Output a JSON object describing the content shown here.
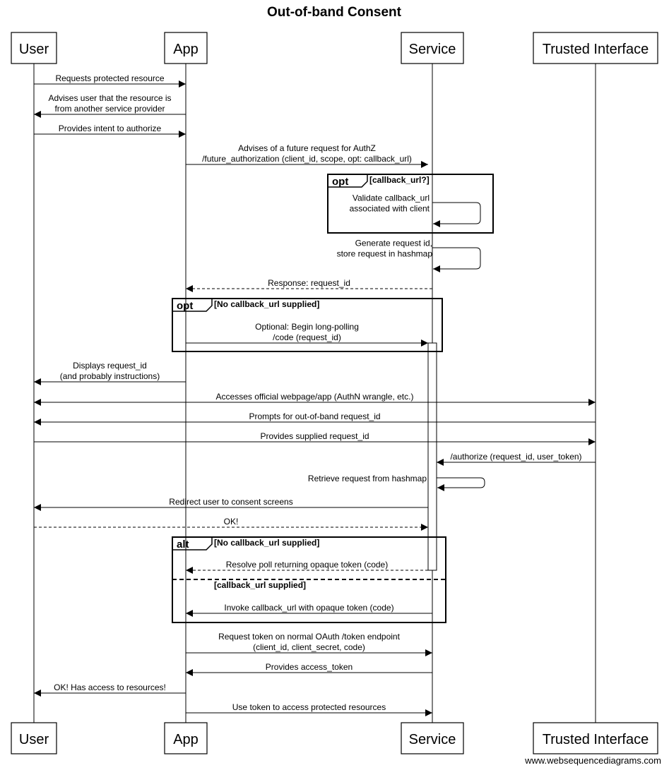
{
  "title": "Out-of-band Consent",
  "footer": "www.websequencediagrams.com",
  "actors": [
    {
      "id": "user",
      "name": "User"
    },
    {
      "id": "app",
      "name": "App"
    },
    {
      "id": "service",
      "name": "Service"
    },
    {
      "id": "trusted",
      "name": "Trusted Interface"
    }
  ],
  "messages": [
    {
      "name": "msg-requests-protected-resource",
      "from": "user",
      "to": "app",
      "lines": [
        "Requests protected resource"
      ]
    },
    {
      "name": "msg-advises-user",
      "from": "app",
      "to": "user",
      "lines": [
        "Advises user that the resource is",
        "from another service provider"
      ]
    },
    {
      "name": "msg-provides-intent",
      "from": "user",
      "to": "app",
      "lines": [
        "Provides intent to authorize"
      ]
    },
    {
      "name": "msg-future-request",
      "from": "app",
      "to": "service",
      "lines": [
        "Advises of a future request for AuthZ",
        "/future_authorization (client_id, scope, opt: callback_url)"
      ]
    },
    {
      "name": "msg-validate-callback",
      "from": "service",
      "to": "service",
      "lines": [
        "Validate callback_url",
        "associated with client"
      ]
    },
    {
      "name": "msg-generate-request-id",
      "from": "service",
      "to": "service",
      "lines": [
        "Generate request id,",
        "store request in hashmap"
      ]
    },
    {
      "name": "msg-response-request-id",
      "from": "service",
      "to": "app",
      "dashed": true,
      "lines": [
        "Response: request_id"
      ]
    },
    {
      "name": "msg-long-polling",
      "from": "app",
      "to": "service",
      "lines": [
        "Optional: Begin long-polling",
        "/code (request_id)"
      ]
    },
    {
      "name": "msg-displays-request-id",
      "from": "app",
      "to": "user",
      "lines": [
        "Displays request_id",
        "(and probably instructions)"
      ]
    },
    {
      "name": "msg-accesses-webpage",
      "from": "user",
      "to": "trusted",
      "both": true,
      "lines": [
        "Accesses official webpage/app (AuthN wrangle, etc.)"
      ]
    },
    {
      "name": "msg-prompts-request-id",
      "from": "trusted",
      "to": "user",
      "lines": [
        "Prompts for out-of-band request_id"
      ]
    },
    {
      "name": "msg-provides-request-id",
      "from": "user",
      "to": "trusted",
      "lines": [
        "Provides supplied request_id"
      ]
    },
    {
      "name": "msg-authorize",
      "from": "trusted",
      "to": "service",
      "lines": [
        "/authorize (request_id, user_token)"
      ]
    },
    {
      "name": "msg-retrieve-request",
      "from": "service",
      "to": "service",
      "lines": [
        "Retrieve request from hashmap"
      ]
    },
    {
      "name": "msg-redirect-consent",
      "from": "service",
      "to": "user",
      "lines": [
        "Redirect user to consent screens"
      ]
    },
    {
      "name": "msg-ok",
      "from": "user",
      "to": "service",
      "dashed": true,
      "lines": [
        "OK!"
      ]
    },
    {
      "name": "msg-resolve-poll",
      "from": "service",
      "to": "app",
      "dashed": true,
      "lines": [
        "Resolve poll returning opaque token (code)"
      ]
    },
    {
      "name": "msg-invoke-callback",
      "from": "service",
      "to": "app",
      "lines": [
        "Invoke callback_url with opaque token (code)"
      ]
    },
    {
      "name": "msg-request-token",
      "from": "app",
      "to": "service",
      "lines": [
        "Request token on normal OAuth /token endpoint",
        "(client_id, client_secret, code)"
      ]
    },
    {
      "name": "msg-provides-access-token",
      "from": "service",
      "to": "app",
      "lines": [
        "Provides access_token"
      ]
    },
    {
      "name": "msg-ok-has-access",
      "from": "app",
      "to": "user",
      "lines": [
        "OK! Has access to resources!"
      ]
    },
    {
      "name": "msg-use-token",
      "from": "app",
      "to": "service",
      "lines": [
        "Use token to access protected resources"
      ]
    }
  ],
  "fragments": [
    {
      "name": "opt-callback-url",
      "keyword": "opt",
      "sections": [
        "[callback_url?]"
      ]
    },
    {
      "name": "opt-no-callback-url",
      "keyword": "opt",
      "sections": [
        "[No callback_url supplied]"
      ]
    },
    {
      "name": "alt-callback",
      "keyword": "alt",
      "sections": [
        "[No callback_url supplied]",
        "[callback_url supplied]"
      ]
    }
  ]
}
